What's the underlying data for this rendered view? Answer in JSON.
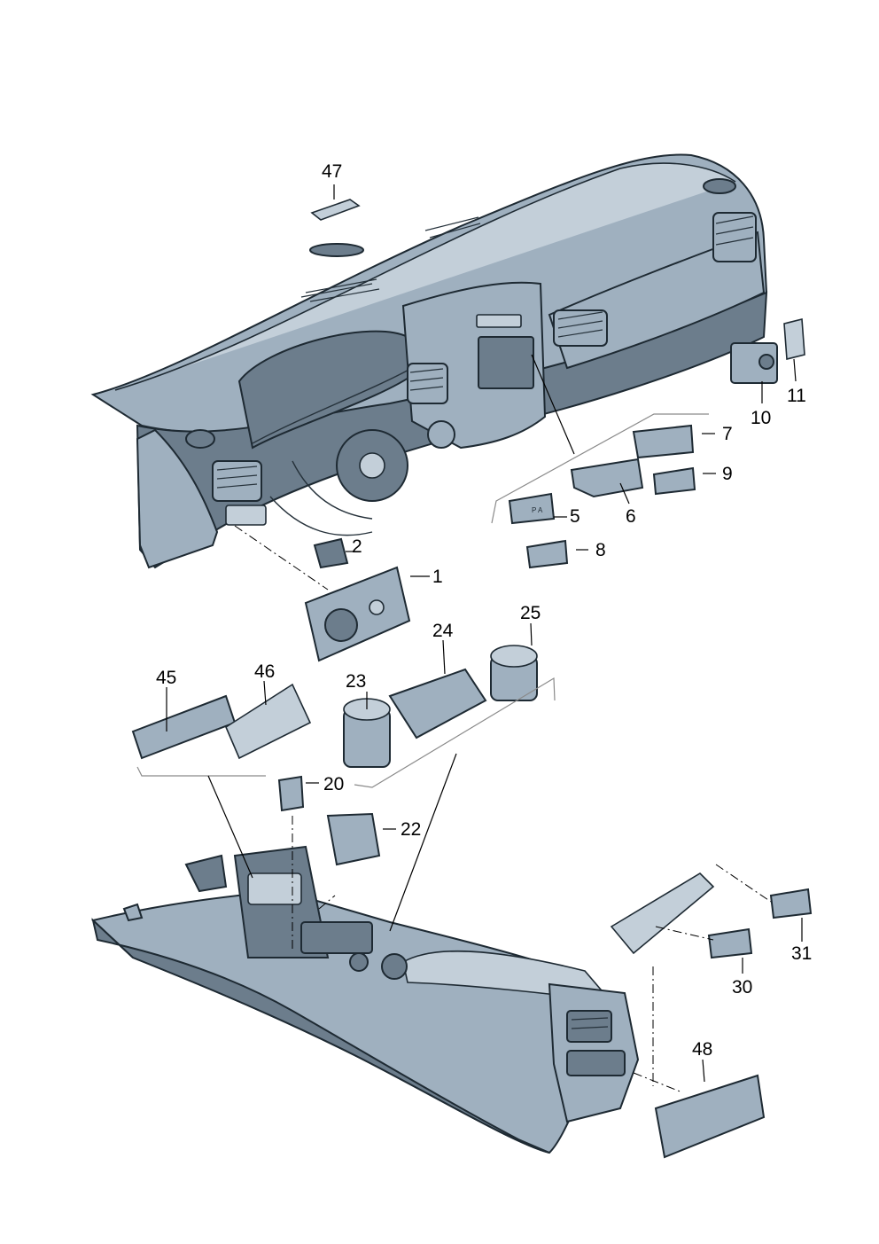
{
  "callouts": {
    "c1": "1",
    "c2": "2",
    "c5": "5",
    "c6": "6",
    "c7": "7",
    "c8": "8",
    "c9": "9",
    "c10": "10",
    "c11": "11",
    "c20": "20",
    "c22": "22",
    "c23": "23",
    "c24": "24",
    "c25": "25",
    "c30": "30",
    "c31": "31",
    "c45": "45",
    "c46": "46",
    "c47": "47",
    "c48": "48"
  },
  "switch_legend": {
    "p_a": "P A"
  },
  "colors": {
    "part_fill": "#9fb0bf",
    "part_shadow": "#6c7d8c",
    "outline": "#1e2a33",
    "background": "#ffffff"
  }
}
